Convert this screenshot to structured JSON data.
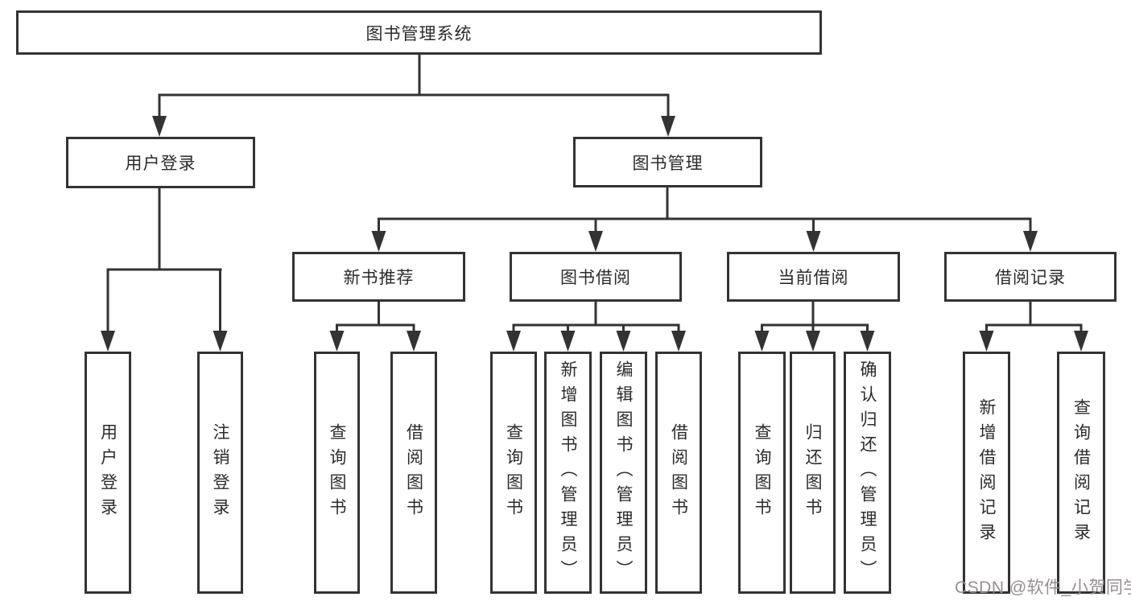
{
  "tree": {
    "root": {
      "label": "图书管理系统"
    },
    "user_login": {
      "label": "用户登录",
      "children": [
        {
          "label": "用户登录"
        },
        {
          "label": "注销登录"
        }
      ]
    },
    "book_mgmt": {
      "label": "图书管理",
      "children": [
        {
          "label": "新书推荐",
          "children": [
            {
              "label": "查询图书"
            },
            {
              "label": "借阅图书"
            }
          ]
        },
        {
          "label": "图书借阅",
          "children": [
            {
              "label": "查询图书"
            },
            {
              "label": "新增图书（管理员）"
            },
            {
              "label": "编辑图书（管理员）"
            },
            {
              "label": "借阅图书"
            }
          ]
        },
        {
          "label": "当前借阅",
          "children": [
            {
              "label": "查询图书"
            },
            {
              "label": "归还图书"
            },
            {
              "label": "确认归还（管理员）"
            }
          ]
        },
        {
          "label": "借阅记录",
          "children": [
            {
              "label": "新增借阅记录"
            },
            {
              "label": "查询借阅记录"
            }
          ]
        }
      ]
    }
  },
  "watermark": {
    "text": "CSDN @软件_小贺同学"
  },
  "colors": {
    "line": "#333333",
    "box_border": "#333333",
    "box_background": "#ffffff",
    "text": "#2b2b2b",
    "watermark": "#968e8e",
    "page_background": "#ffffff"
  }
}
